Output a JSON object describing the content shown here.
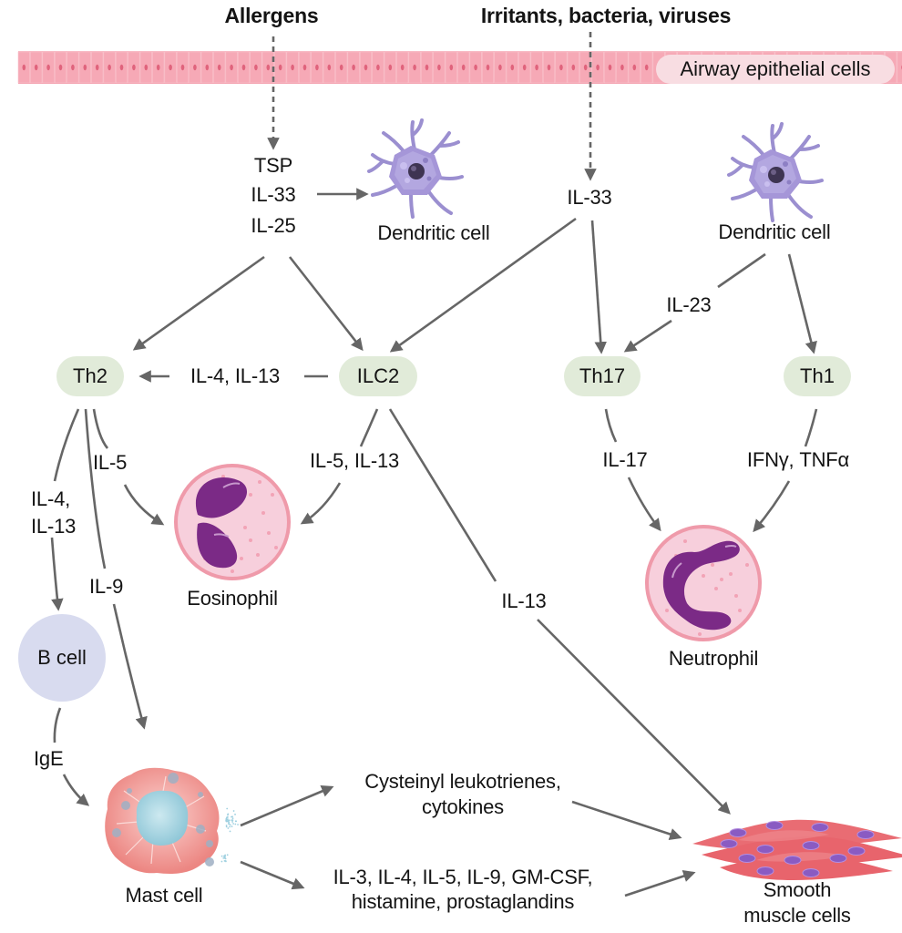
{
  "sources": {
    "allergens": "Allergens",
    "irritants": "Irritants, bacteria, viruses"
  },
  "epithelium": {
    "label": "Airway epithelial cells"
  },
  "mediators": {
    "tsp": "TSP",
    "il33_left": "IL-33",
    "il25": "IL-25",
    "il33_right": "IL-33"
  },
  "cells": {
    "dendritic_left": "Dendritic cell",
    "dendritic_right": "Dendritic cell",
    "th2": "Th2",
    "ilc2": "ILC2",
    "th17": "Th17",
    "th1": "Th1",
    "eosinophil": "Eosinophil",
    "neutrophil": "Neutrophil",
    "b_cell": "B cell",
    "mast_cell": "Mast cell",
    "smooth_muscle_line1": "Smooth",
    "smooth_muscle_line2": "muscle cells"
  },
  "edge_labels": {
    "ilc2_to_th2": "IL-4, IL-13",
    "dc_to_th17": "IL-23",
    "th2_to_bcell_1": "IL-4,",
    "th2_to_bcell_2": "IL-13",
    "th2_to_eos": "IL-5",
    "th2_to_mast": "IL-9",
    "ilc2_to_eos": "IL-5, IL-13",
    "ilc2_to_smooth": "IL-13",
    "th17_to_neut": "IL-17",
    "th1_to_neut": "IFNγ, TNFα",
    "bcell_to_mast": "IgE"
  },
  "outputs": {
    "cysteinyl_line1": "Cysteinyl leukotrienes,",
    "cysteinyl_line2": "cytokines",
    "interleukins_line1": "IL-3, IL-4, IL-5, IL-9, GM-CSF,",
    "interleukins_line2": "histamine, prostaglandins"
  },
  "colors": {
    "arrow": "#666666",
    "pill": "#e1ebd9",
    "epithelium": "#f4a8b4",
    "dendritic": "#9b8fd0",
    "granulocyte_fill": "#f7cfdc",
    "granulocyte_nucleus": "#7b2a86",
    "b_cell": "#d8dbef",
    "mast_cell": "#ef8f8c",
    "smooth_muscle": "#e8646c"
  }
}
